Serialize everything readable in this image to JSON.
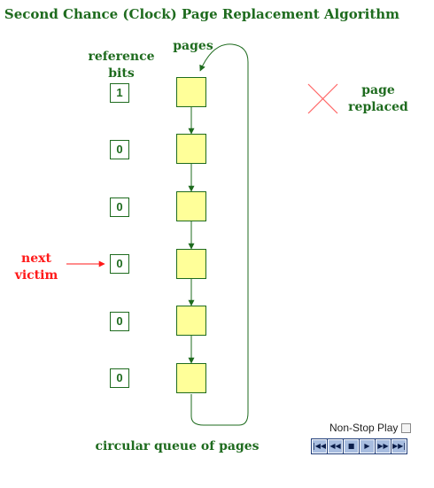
{
  "title": "Second Chance (Clock) Page Replacement Algorithm",
  "labels": {
    "reference": "reference",
    "bits": "bits",
    "pages": "pages",
    "page": "page",
    "replaced": "replaced",
    "next": "next",
    "victim": "victim",
    "queue": "circular queue of pages"
  },
  "reference_bits": [
    "1",
    "0",
    "0",
    "0",
    "0",
    "0"
  ],
  "next_victim_index": 3,
  "controls": {
    "non_stop_play": "Non-Stop Play",
    "non_stop_checked": false,
    "buttons": [
      {
        "icon": "skip-to-start-icon",
        "glyph": "|◀◀"
      },
      {
        "icon": "step-back-icon",
        "glyph": "◀◀"
      },
      {
        "icon": "stop-icon",
        "glyph": "■"
      },
      {
        "icon": "play-icon",
        "glyph": "▶"
      },
      {
        "icon": "step-forward-icon",
        "glyph": "▶▶"
      },
      {
        "icon": "skip-to-end-icon",
        "glyph": "▶▶|"
      }
    ]
  },
  "colors": {
    "label_green": "#1e6b1e",
    "page_fill": "#ffff99",
    "victim_red": "#ff1a1a",
    "cross": "#ff6666"
  }
}
